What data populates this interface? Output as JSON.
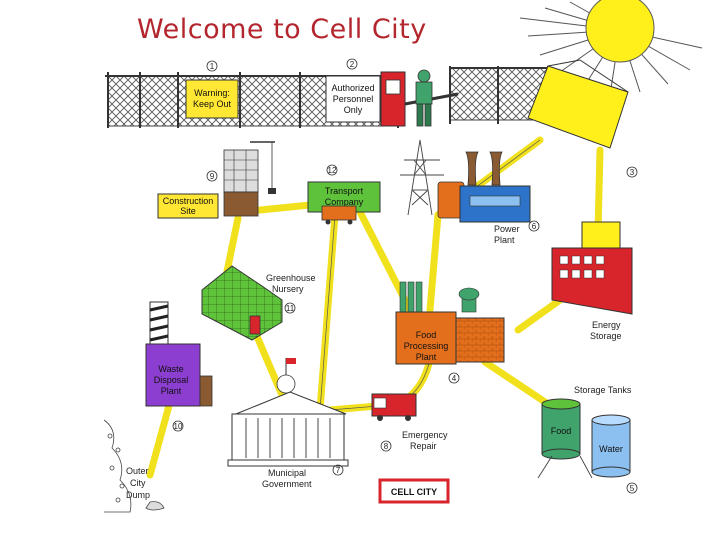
{
  "title": "Welcome to Cell City",
  "signs": {
    "warning": [
      "Warning:",
      "Keep Out"
    ],
    "authorized": [
      "Authorized",
      "Personnel",
      "Only"
    ],
    "construction": [
      "Construction",
      "Site"
    ],
    "transport": [
      "Transport",
      "Company"
    ],
    "food_processing": [
      "Food",
      "Processing",
      "Plant"
    ],
    "waste": [
      "Waste",
      "Disposal",
      "Plant"
    ],
    "cell_city": "CELL CITY",
    "tank_food": "Food",
    "tank_water": "Water"
  },
  "labels": {
    "greenhouse": [
      "Greenhouse",
      "Nursery"
    ],
    "power_plant": [
      "Power",
      "Plant"
    ],
    "energy_storage": [
      "Energy",
      "Storage"
    ],
    "storage_tanks": "Storage Tanks",
    "emergency_repair": [
      "Emergency",
      "Repair"
    ],
    "municipal": [
      "Municipal",
      "Government"
    ],
    "outer_dump": [
      "Outer",
      "City",
      "Dump"
    ]
  },
  "numbers": {
    "n1": "1",
    "n2": "2",
    "n3": "3",
    "n4": "4",
    "n5": "5",
    "n6": "6",
    "n7": "7",
    "n8": "8",
    "n9": "9",
    "n10": "10",
    "n11": "11",
    "n12": "12"
  }
}
